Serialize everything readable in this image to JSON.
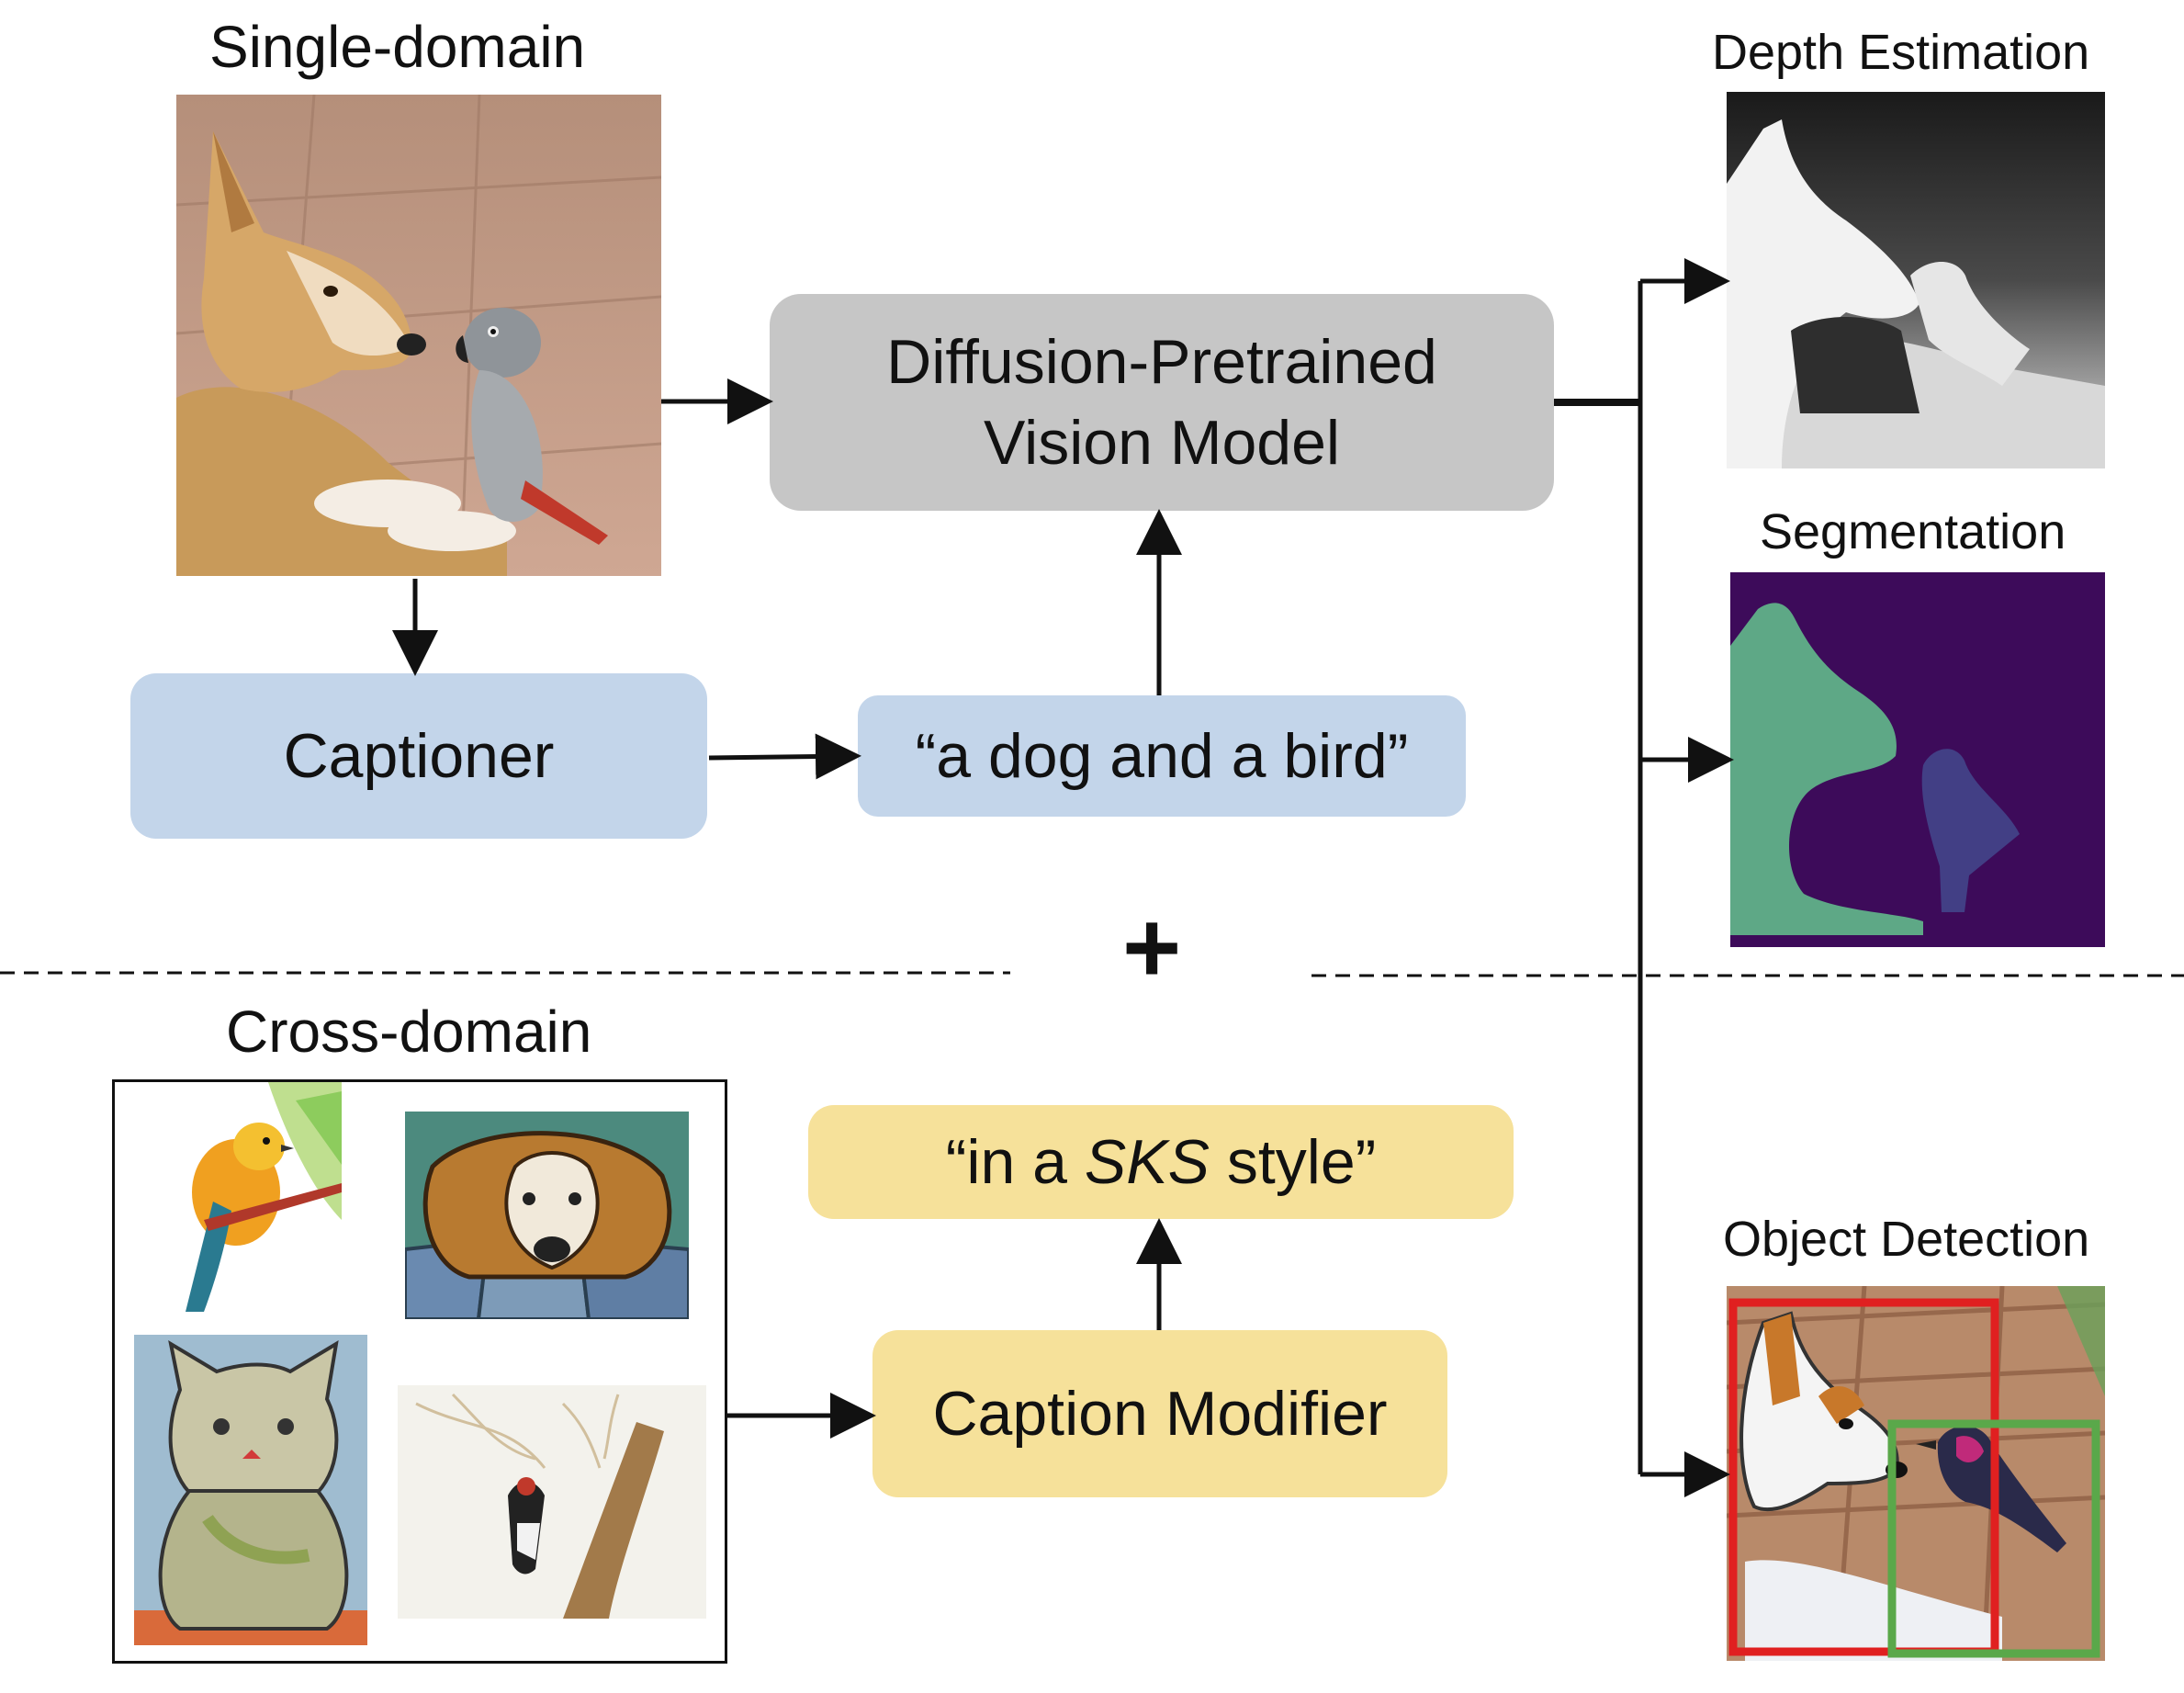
{
  "sections": {
    "single_domain": "Single-domain",
    "cross_domain": "Cross-domain"
  },
  "boxes": {
    "model": [
      "Diffusion-Pretrained",
      "Vision Model"
    ],
    "captioner": "Captioner",
    "caption": "“a dog and a bird”",
    "style_caption": {
      "open": "“in a ",
      "emph": "SKS",
      "close": " style”"
    },
    "caption_modifier": "Caption Modifier"
  },
  "plus": "+",
  "outputs": {
    "depth": "Depth Estimation",
    "segmentation": "Segmentation",
    "detection": "Object Detection"
  },
  "colors": {
    "model_box": "#c6c6c6",
    "captioner_box": "#c3d5ea",
    "style_box": "#f6e19a",
    "seg_background": "#3d0b5a",
    "seg_dog": "#5ea886",
    "seg_bird": "#423f85",
    "det_dog_box": "#e02020",
    "det_bird_box": "#5aa84a"
  }
}
